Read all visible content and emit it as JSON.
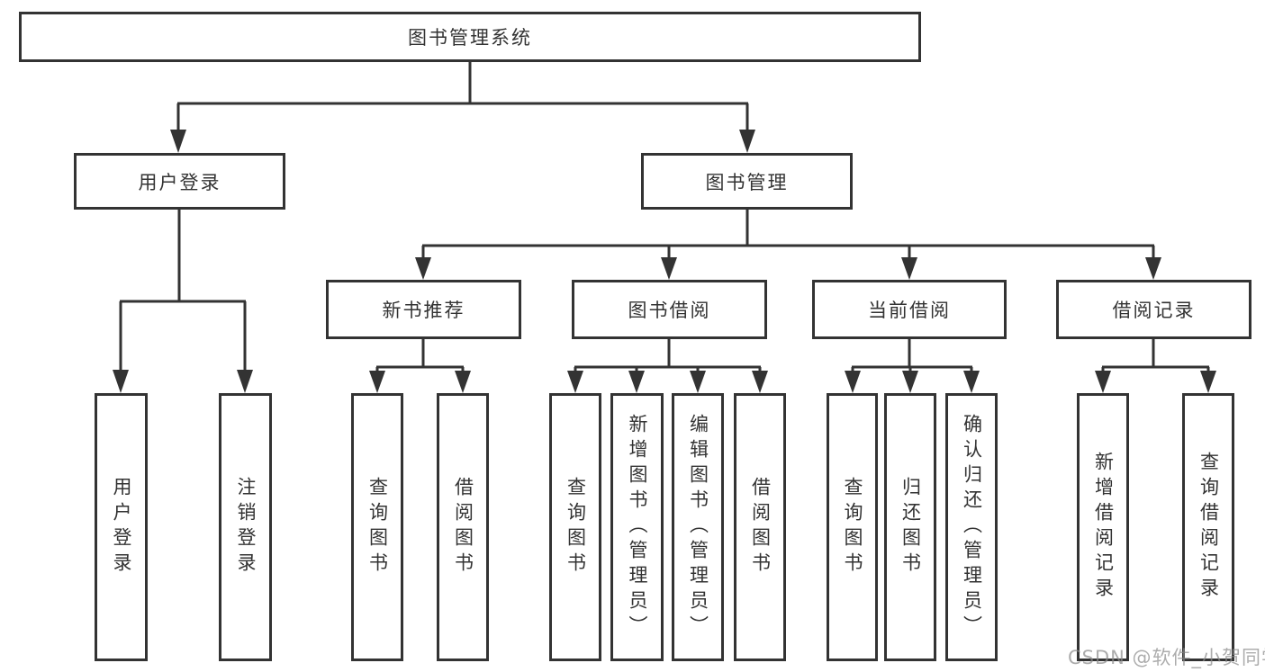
{
  "diagram": {
    "root_label": "图书管理系统",
    "branches": [
      {
        "label": "用户登录",
        "children": [
          {
            "label": "用户登录"
          },
          {
            "label": "注销登录"
          }
        ]
      },
      {
        "label": "图书管理",
        "sections": [
          {
            "label": "新书推荐",
            "children": [
              {
                "label": "查询图书"
              },
              {
                "label": "借阅图书"
              }
            ]
          },
          {
            "label": "图书借阅",
            "children": [
              {
                "label": "查询图书"
              },
              {
                "label": "新增图书（管理员）"
              },
              {
                "label": "编辑图书（管理员）"
              },
              {
                "label": "借阅图书"
              }
            ]
          },
          {
            "label": "当前借阅",
            "children": [
              {
                "label": "查询图书"
              },
              {
                "label": "归还图书"
              },
              {
                "label": "确认归还（管理员）"
              }
            ]
          },
          {
            "label": "借阅记录",
            "children": [
              {
                "label": "新增借阅记录"
              },
              {
                "label": "查询借阅记录"
              }
            ]
          }
        ]
      }
    ],
    "watermark": "CSDN @软件_小贺同学",
    "colors": {
      "line": "#333333",
      "text": "#333333",
      "box_fill": "#ffffff",
      "watermark": "#8c8c8c",
      "background": "#ffffff"
    }
  }
}
